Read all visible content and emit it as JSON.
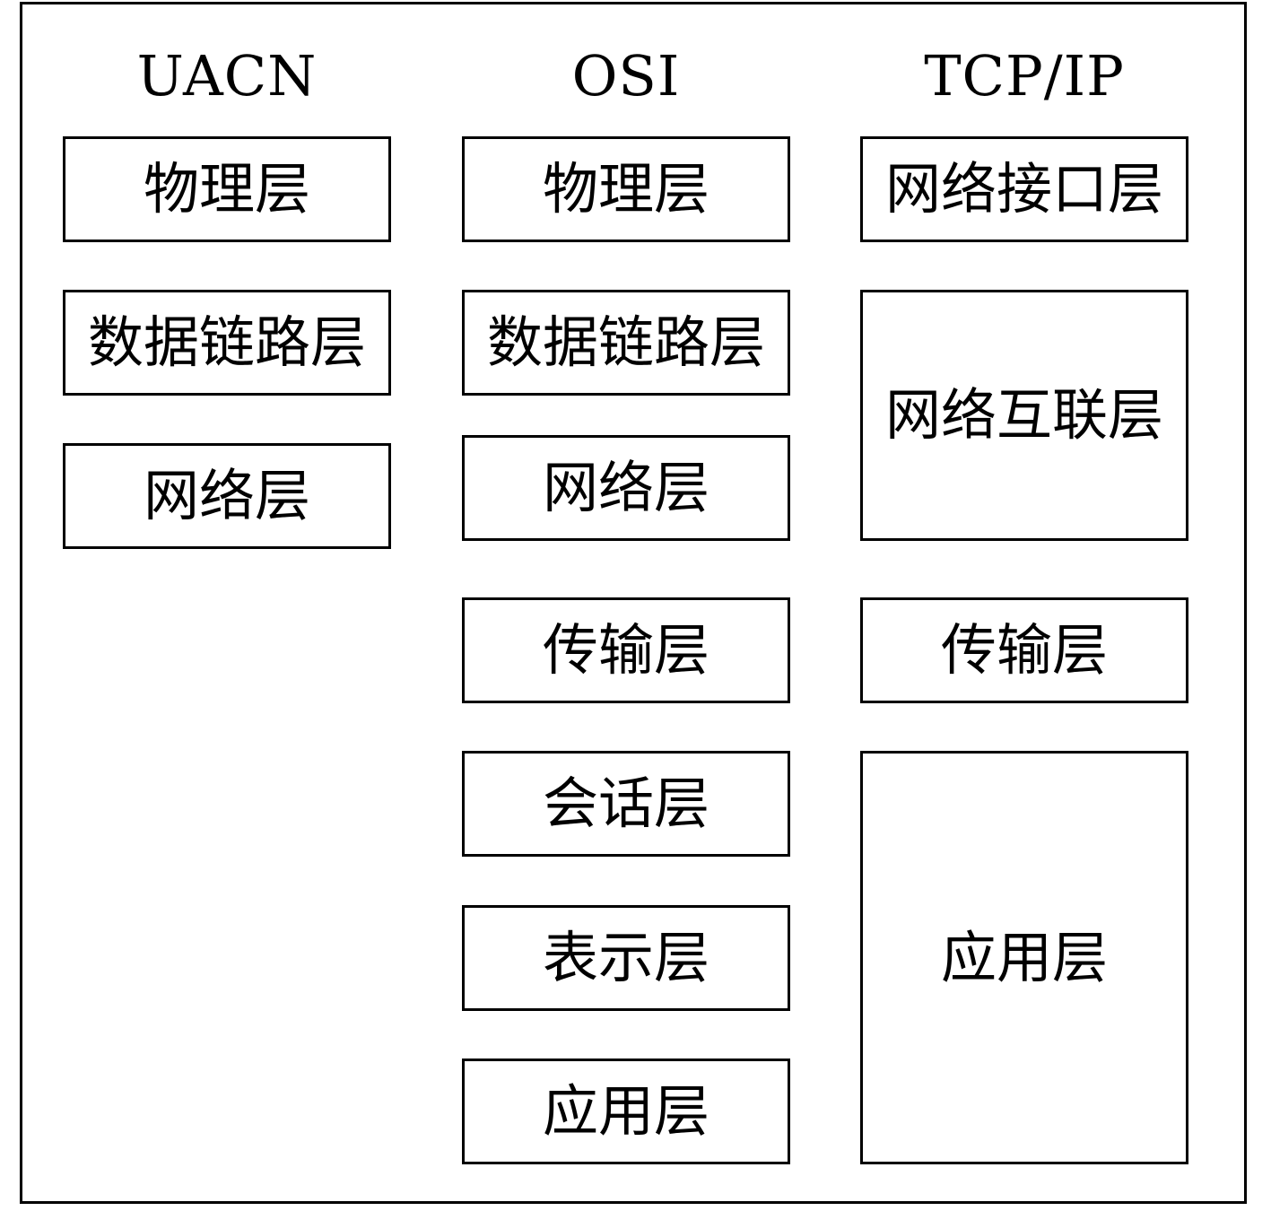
{
  "columns": [
    {
      "title": "UACN",
      "layers": [
        "物理层",
        "数据链路层",
        "网络层"
      ]
    },
    {
      "title": "OSI",
      "layers": [
        "物理层",
        "数据链路层",
        "网络层",
        "传输层",
        "会话层",
        "表示层",
        "应用层"
      ]
    },
    {
      "title": "TCP/IP",
      "layers": [
        "网络接口层",
        "网络互联层",
        "传输层",
        "应用层"
      ]
    }
  ]
}
